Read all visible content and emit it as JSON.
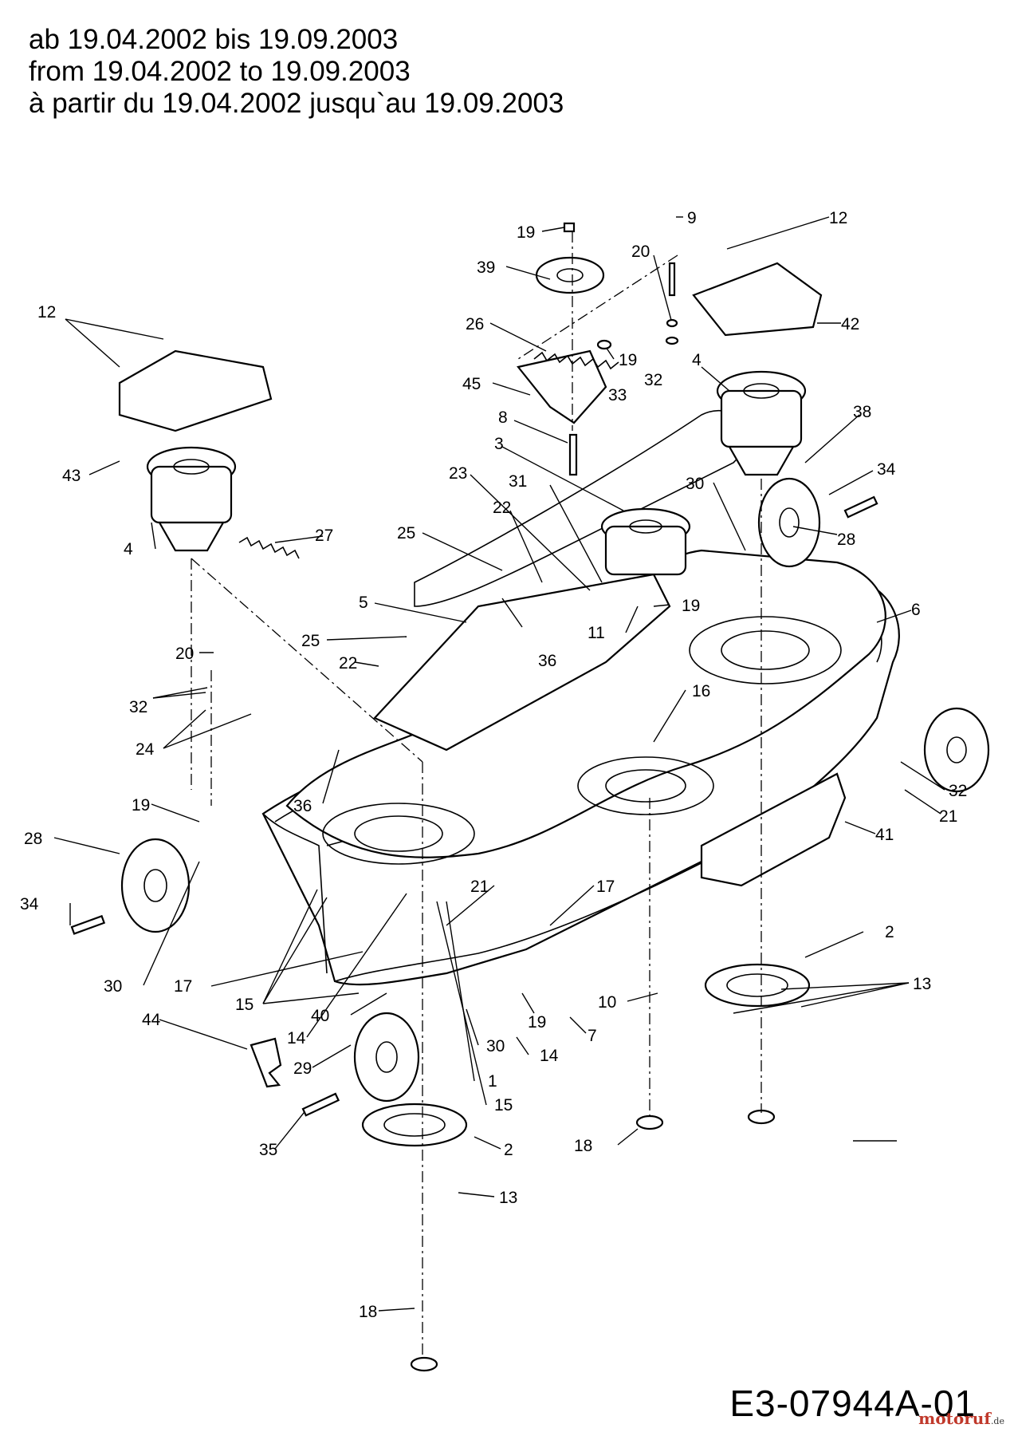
{
  "header": {
    "line_de": "ab 19.04.2002 bis 19.09.2003",
    "line_en": "from 19.04.2002 to 19.09.2003",
    "line_fr": "à partir du 19.04.2002 jusqu`au 19.09.2003"
  },
  "drawing_code": "E3-07944A-01",
  "watermark": {
    "brand": "motoruf",
    "suffix": ".de"
  },
  "callouts": [
    {
      "id": "c19a",
      "text": "19"
    },
    {
      "id": "c39",
      "text": "39"
    },
    {
      "id": "c20a",
      "text": "20"
    },
    {
      "id": "c9",
      "text": "9"
    },
    {
      "id": "c12a",
      "text": "12"
    },
    {
      "id": "c26",
      "text": "26"
    },
    {
      "id": "c19b",
      "text": "19"
    },
    {
      "id": "c32a",
      "text": "32"
    },
    {
      "id": "c42",
      "text": "42"
    },
    {
      "id": "c12b",
      "text": "12"
    },
    {
      "id": "c45",
      "text": "45"
    },
    {
      "id": "c33",
      "text": "33"
    },
    {
      "id": "c4a",
      "text": "4"
    },
    {
      "id": "c8",
      "text": "8"
    },
    {
      "id": "c38",
      "text": "38"
    },
    {
      "id": "c3",
      "text": "3"
    },
    {
      "id": "c23",
      "text": "23"
    },
    {
      "id": "c31",
      "text": "31"
    },
    {
      "id": "c30a",
      "text": "30"
    },
    {
      "id": "c34a",
      "text": "34"
    },
    {
      "id": "c43",
      "text": "43"
    },
    {
      "id": "c22a",
      "text": "22"
    },
    {
      "id": "c28a",
      "text": "28"
    },
    {
      "id": "c27",
      "text": "27"
    },
    {
      "id": "c25a",
      "text": "25"
    },
    {
      "id": "c4b",
      "text": "4"
    },
    {
      "id": "c5",
      "text": "5"
    },
    {
      "id": "c19c",
      "text": "19"
    },
    {
      "id": "c6",
      "text": "6"
    },
    {
      "id": "c11",
      "text": "11"
    },
    {
      "id": "c25b",
      "text": "25"
    },
    {
      "id": "c20b",
      "text": "20"
    },
    {
      "id": "c36a",
      "text": "36"
    },
    {
      "id": "c22b",
      "text": "22"
    },
    {
      "id": "c32b",
      "text": "32"
    },
    {
      "id": "c16",
      "text": "16"
    },
    {
      "id": "c24",
      "text": "24"
    },
    {
      "id": "c36b",
      "text": "36"
    },
    {
      "id": "c32c",
      "text": "32"
    },
    {
      "id": "c19d",
      "text": "19"
    },
    {
      "id": "c21a",
      "text": "21"
    },
    {
      "id": "c28b",
      "text": "28"
    },
    {
      "id": "c41",
      "text": "41"
    },
    {
      "id": "c21b",
      "text": "21"
    },
    {
      "id": "c17a",
      "text": "17"
    },
    {
      "id": "c34b",
      "text": "34"
    },
    {
      "id": "c2a",
      "text": "2"
    },
    {
      "id": "c13a",
      "text": "13"
    },
    {
      "id": "c30b",
      "text": "30"
    },
    {
      "id": "c17b",
      "text": "17"
    },
    {
      "id": "c10",
      "text": "10"
    },
    {
      "id": "c15a",
      "text": "15"
    },
    {
      "id": "c40",
      "text": "40"
    },
    {
      "id": "c19e",
      "text": "19"
    },
    {
      "id": "c7",
      "text": "7"
    },
    {
      "id": "c44",
      "text": "44"
    },
    {
      "id": "c14a",
      "text": "14"
    },
    {
      "id": "c30c",
      "text": "30"
    },
    {
      "id": "c14b",
      "text": "14"
    },
    {
      "id": "c29",
      "text": "29"
    },
    {
      "id": "c1",
      "text": "1"
    },
    {
      "id": "c15b",
      "text": "15"
    },
    {
      "id": "c18a",
      "text": "18"
    },
    {
      "id": "c35",
      "text": "35"
    },
    {
      "id": "c2b",
      "text": "2"
    },
    {
      "id": "c13b",
      "text": "13"
    },
    {
      "id": "c18b",
      "text": "18"
    }
  ]
}
